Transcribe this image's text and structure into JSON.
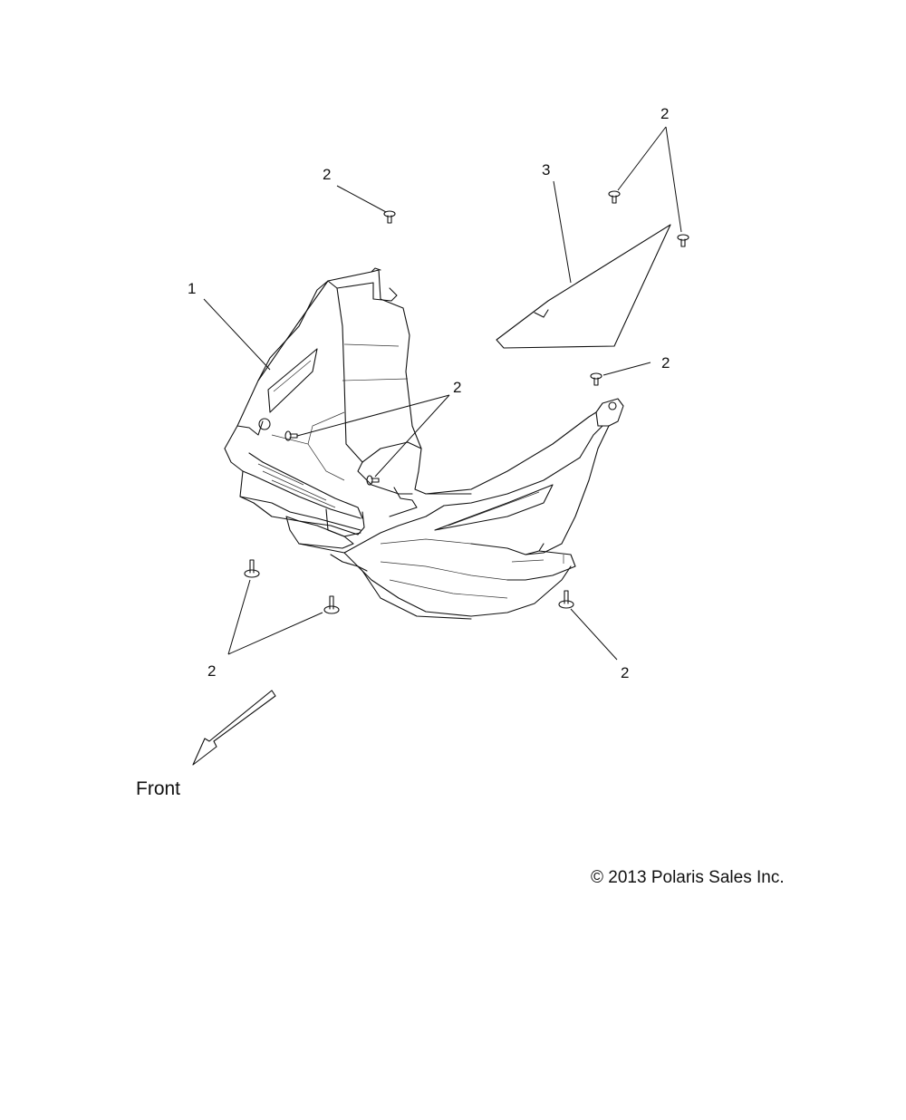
{
  "callouts": {
    "c1": "1",
    "c2a": "2",
    "c2b": "2",
    "c2c": "2",
    "c2d": "2",
    "c2e": "2",
    "c2f": "2",
    "c3": "3"
  },
  "front_label": "Front",
  "copyright": "© 2013 Polaris Sales Inc."
}
